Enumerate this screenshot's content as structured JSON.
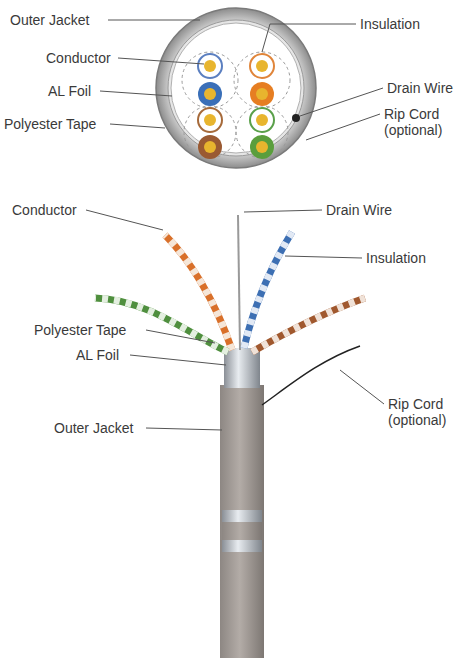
{
  "diagram": {
    "labels": [
      "Outer Jacket",
      "Insulation",
      "Conductor",
      "Drain Wire",
      "AL Foil",
      "Rip Cord (optional)",
      "Polyester Tape",
      "Conductor",
      "Drain Wire",
      "Insulation",
      "Polyester Tape",
      "AL Foil",
      "Rip Cord (optional)",
      "Outer Jacket"
    ]
  }
}
